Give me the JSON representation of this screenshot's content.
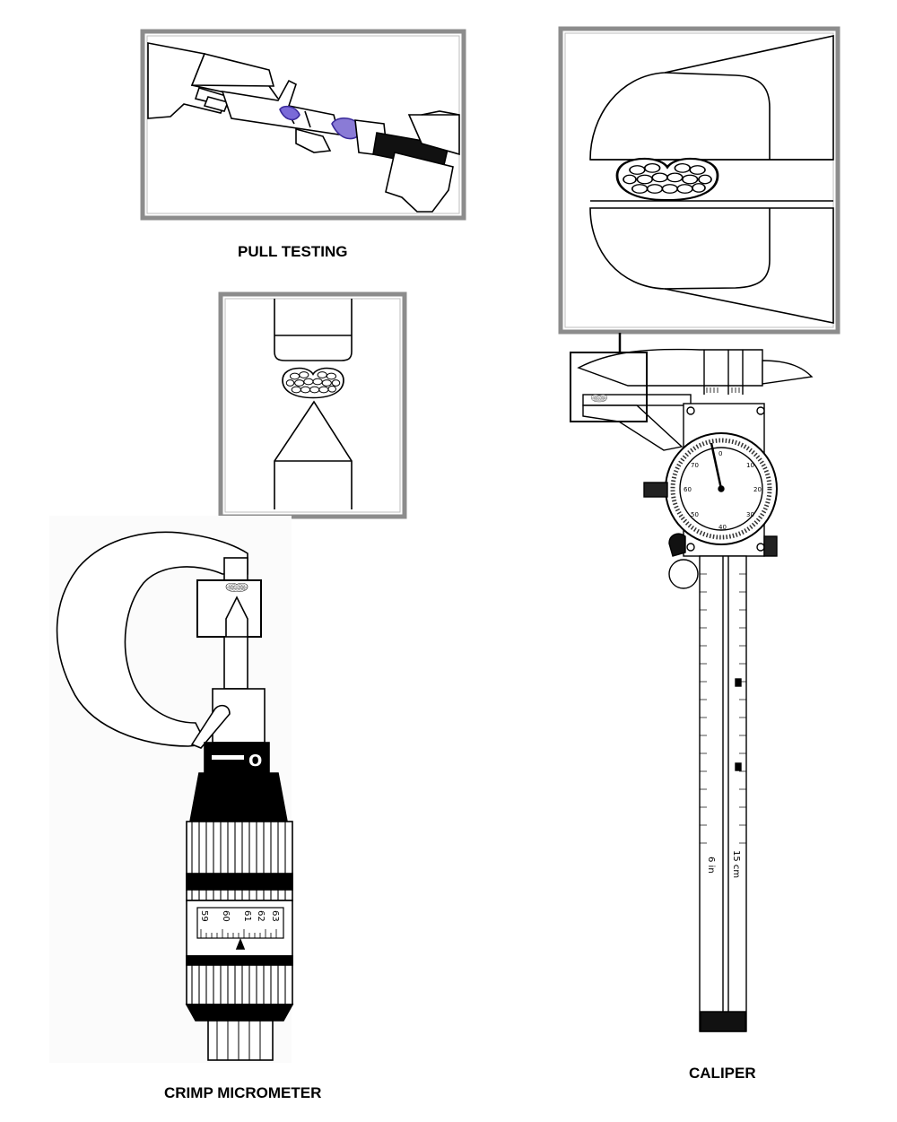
{
  "captions": {
    "pull_testing": "PULL TESTING",
    "caliper": "CALIPER",
    "crimp_micrometer": "CRIMP MICROMETER"
  },
  "micrometer": {
    "thimble_scale": [
      "59",
      "60",
      "61",
      "62",
      "63"
    ],
    "sleeve_reading": "O"
  },
  "caliper": {
    "inch_label": "6 in",
    "cm_label": "15 cm"
  },
  "icons": [
    "crimped-terminal-cross-section-icon",
    "pull-test-clamp-icon",
    "micrometer-icon",
    "caliper-icon"
  ],
  "colors": {
    "ink": "#000000",
    "frame": "#888888",
    "paper": "#ffffff",
    "crimp_highlight": "#8a7bd6"
  }
}
